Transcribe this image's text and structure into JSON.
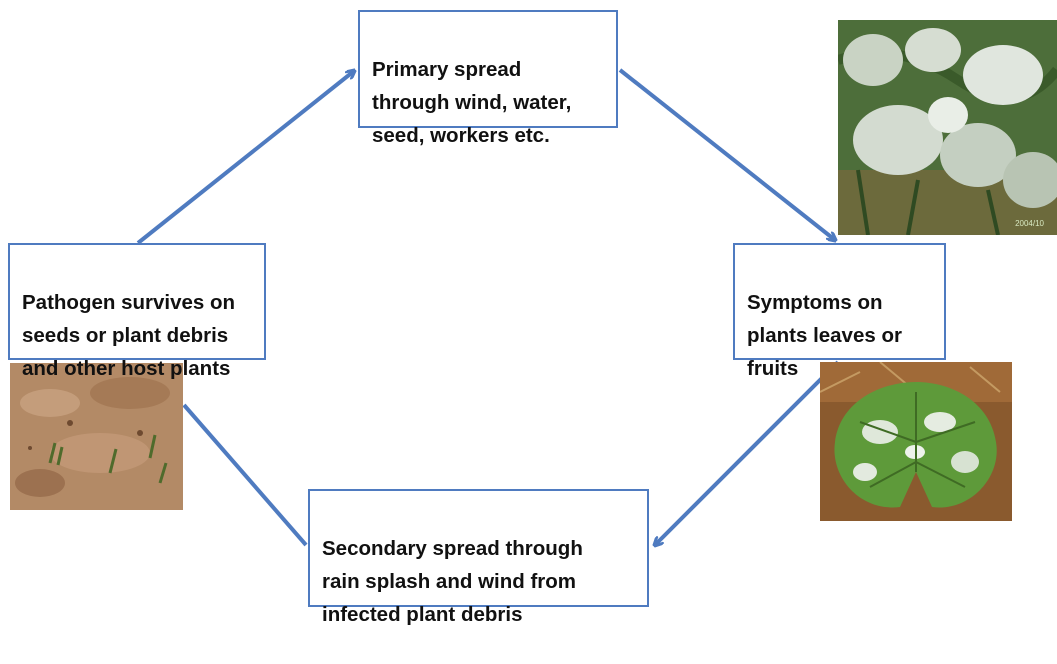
{
  "diagram": {
    "nodes": {
      "primary_spread": "Primary spread\nthrough wind, water,\nseed, workers etc.",
      "symptoms": "Symptoms on\nplants leaves or\nfruits",
      "secondary_spread": "Secondary spread through\nrain splash and wind from\ninfected plant debris",
      "pathogen_survives": "Pathogen survives on\nseeds or plant debris\nand other host plants"
    },
    "photos": [
      {
        "depicts": "powdery-mildew-leaves-field",
        "watermark": "2004/10"
      },
      {
        "depicts": "powdery-mildew-single-leaf"
      },
      {
        "depicts": "soil-with-seedlings"
      }
    ],
    "colors": {
      "arrow": "#4f7bc0",
      "box_border": "#4f7bc0",
      "text": "#111111"
    }
  }
}
